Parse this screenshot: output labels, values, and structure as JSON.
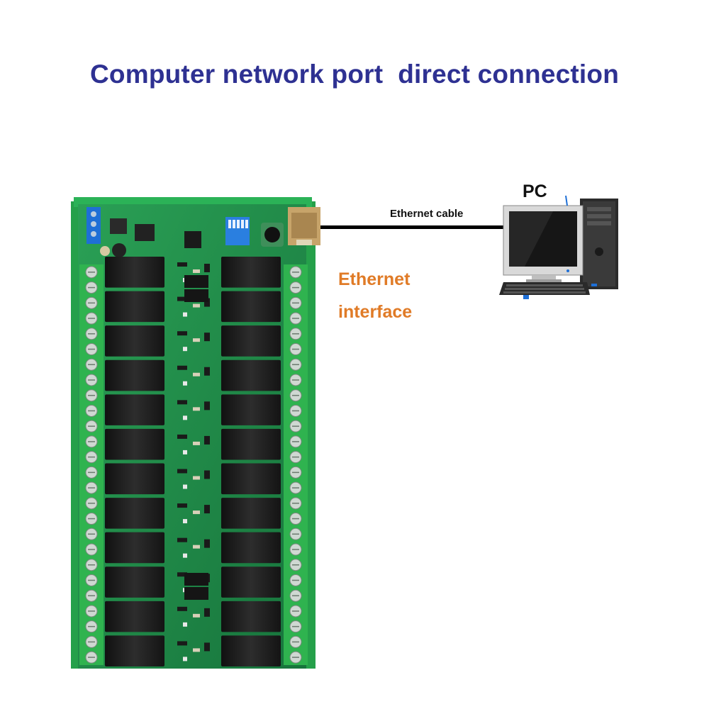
{
  "title": "Computer network port  direct connection",
  "labels": {
    "pc": "PC",
    "cable": "Ethernet cable",
    "interface_line1": "Ethernet",
    "interface_line2": "interface"
  },
  "board": {
    "relays_per_column": 12,
    "terminals_per_side": 26
  },
  "colors": {
    "title": "#2e3192",
    "interface_label": "#e07b27",
    "pcb": "#1f8a4a",
    "terminal": "#2fb34f",
    "relay": "#1c1c1c"
  }
}
